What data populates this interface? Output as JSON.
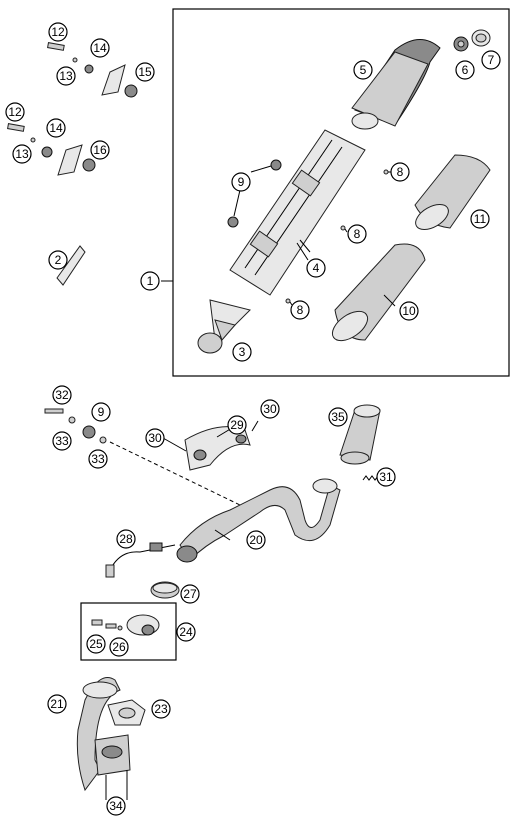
{
  "callouts": {
    "c1": "1",
    "c2": "2",
    "c3": "3",
    "c4": "4",
    "c5": "5",
    "c6": "6",
    "c7": "7",
    "c8a": "8",
    "c8b": "8",
    "c8c": "8",
    "c9a": "9",
    "c9b": "9",
    "c10": "10",
    "c11": "11",
    "c12a": "12",
    "c12b": "12",
    "c13a": "13",
    "c13b": "13",
    "c14a": "14",
    "c14b": "14",
    "c15": "15",
    "c16": "16",
    "c20": "20",
    "c21": "21",
    "c23": "23",
    "c24": "24",
    "c25": "25",
    "c26": "26",
    "c27": "27",
    "c28": "28",
    "c29": "29",
    "c30a": "30",
    "c30b": "30",
    "c31": "31",
    "c32": "32",
    "c33a": "33",
    "c33b": "33",
    "c34": "34",
    "c35": "35"
  }
}
